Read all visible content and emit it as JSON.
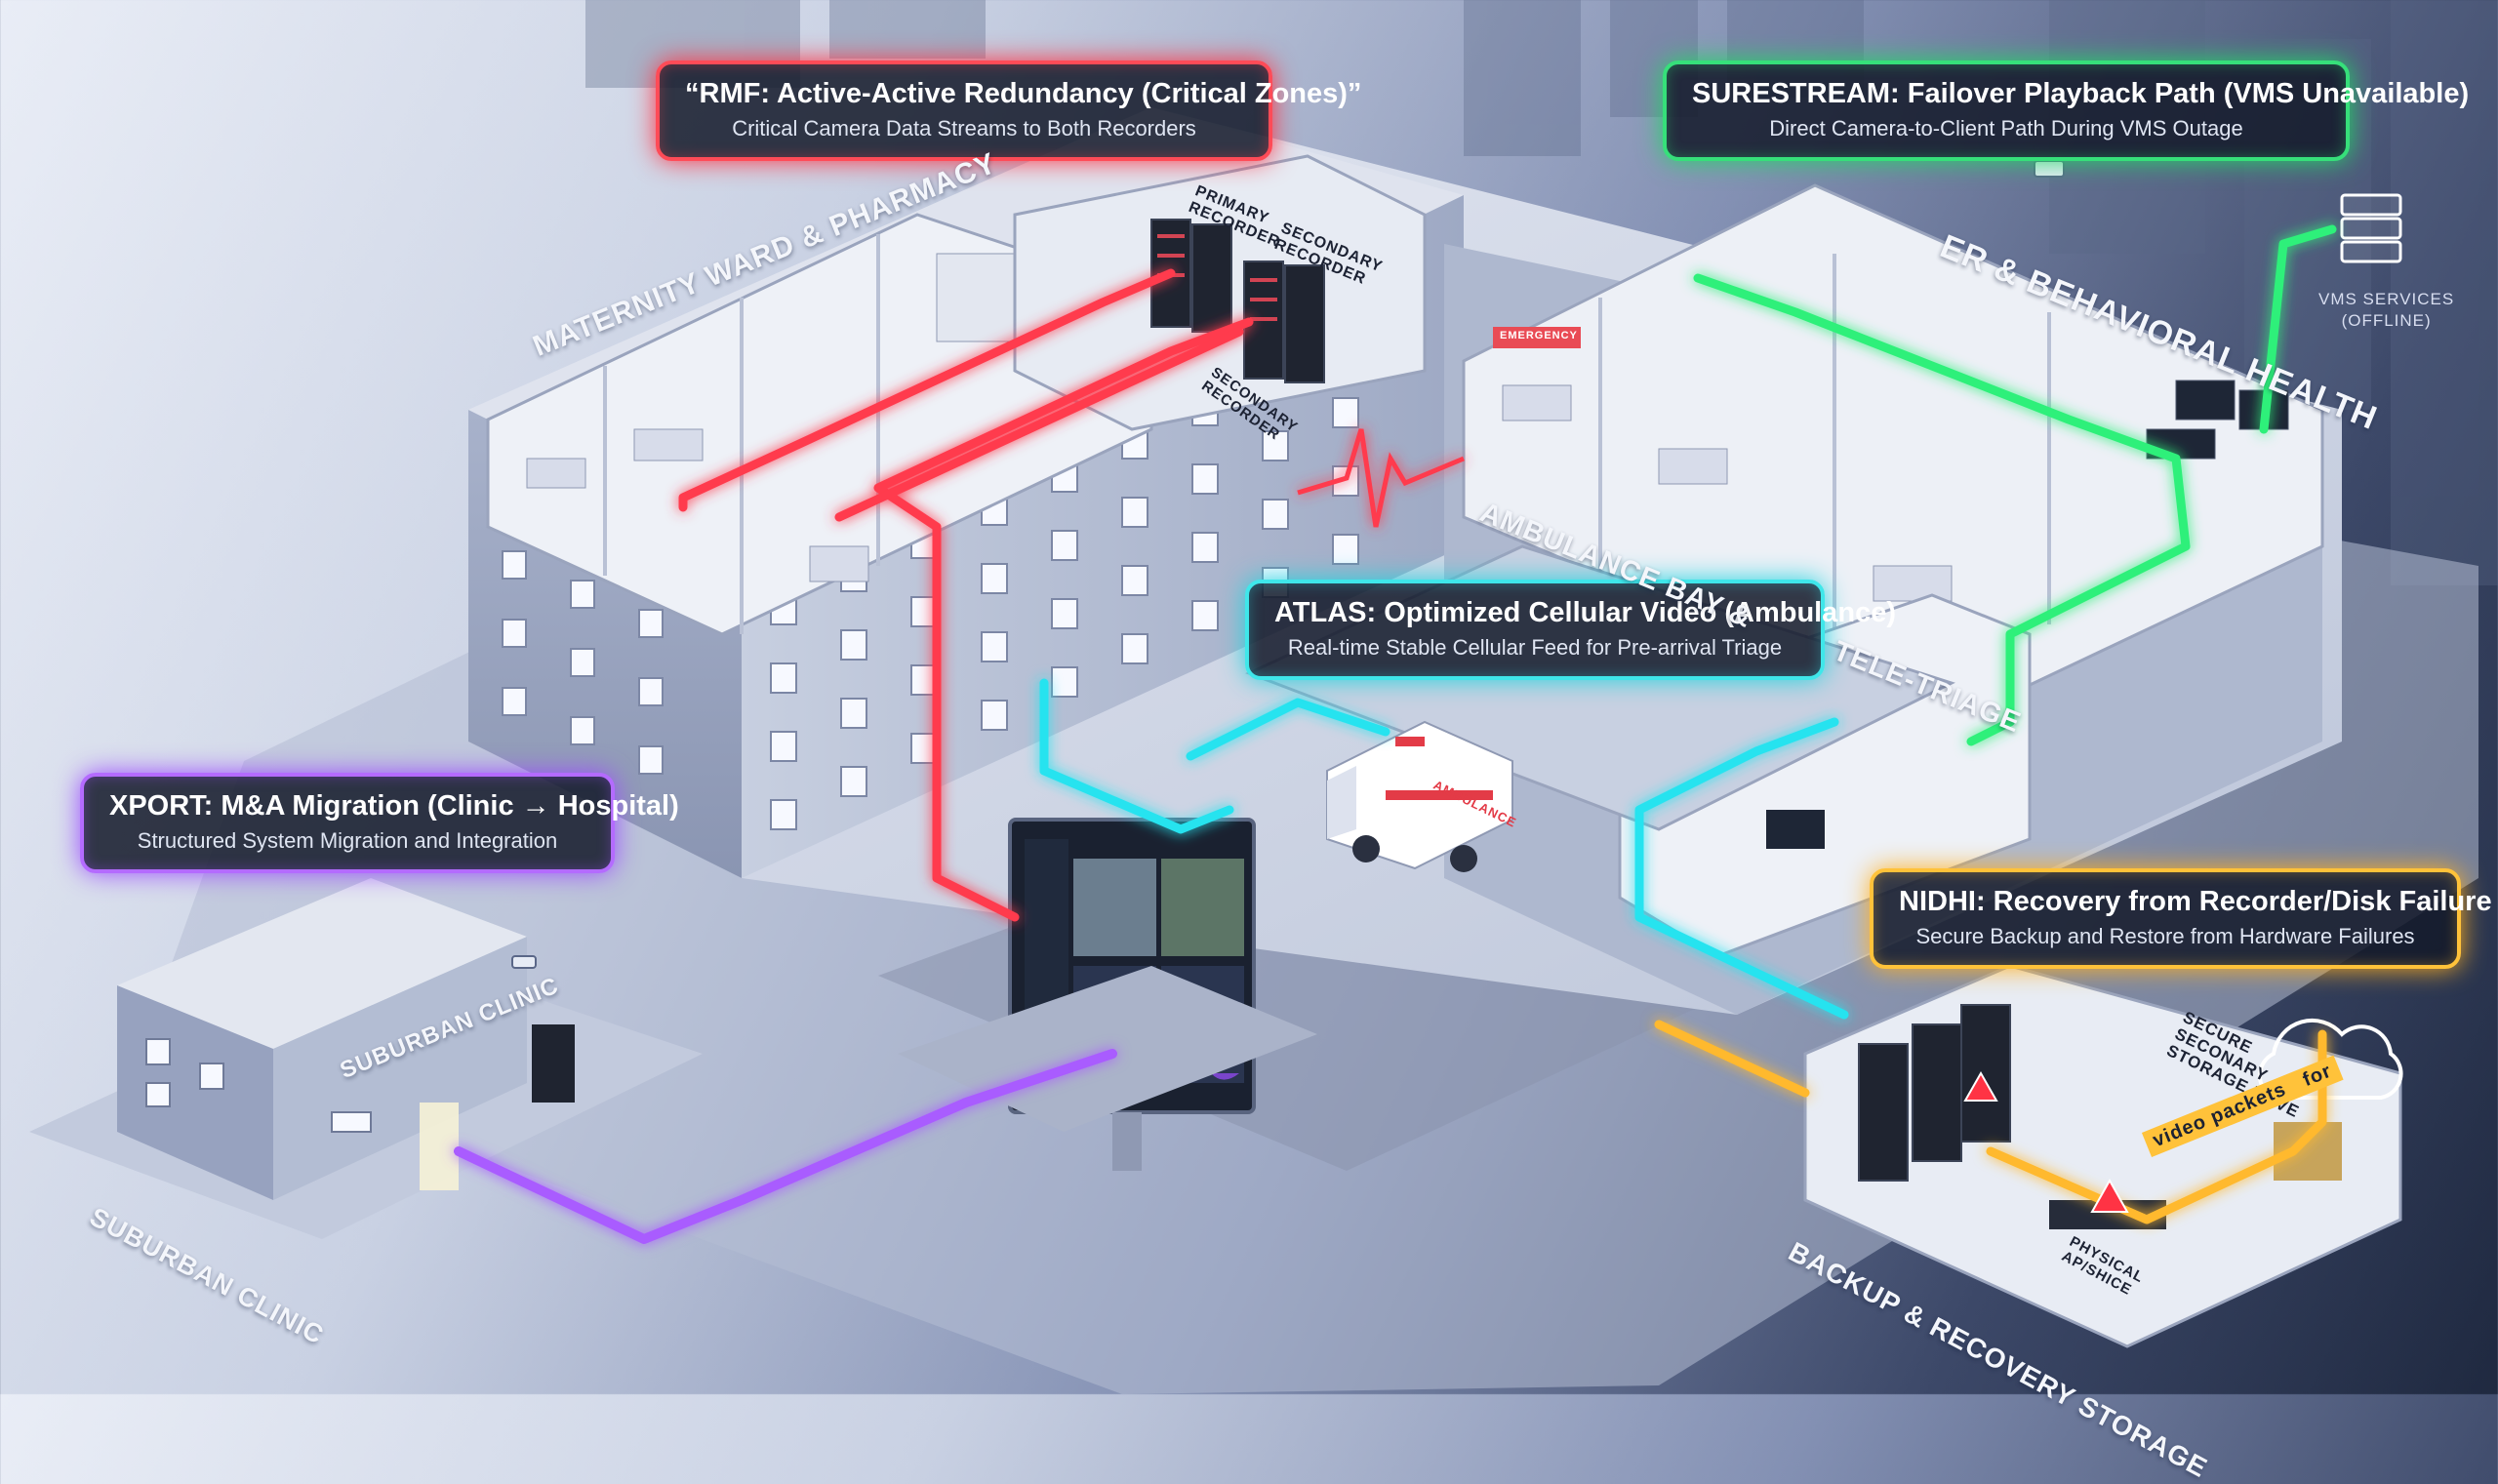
{
  "callouts": {
    "rmf": {
      "title": "“RMF: Active-Active Redundancy (Critical Zones)”",
      "subtitle": "Critical Camera Data Streams to Both Recorders",
      "color": "#ff4b57"
    },
    "surestream": {
      "title": "SURESTREAM: Failover Playback Path (VMS Unavailable)",
      "subtitle": "Direct Camera-to-Client Path During VMS Outage",
      "color": "#36e07a"
    },
    "atlas": {
      "title": "ATLAS: Optimized Cellular Video (Ambulance)",
      "subtitle": "Real-time Stable Cellular Feed for Pre-arrival Triage",
      "color": "#3fe7ea"
    },
    "xport": {
      "title": "XPORT: M&A Migration (Clinic → Hospital)",
      "subtitle": "Structured System Migration and Integration",
      "color": "#b46bff"
    },
    "nidhi": {
      "title": "NIDHI: Recovery from Recorder/Disk Failure",
      "subtitle": "Secure Backup and Restore from Hardware Failures",
      "color": "#ffc23a"
    }
  },
  "zones": {
    "maternity": "MATERNITY WARD & PHARMACY",
    "er": "ER & BEHAVIORAL HEALTH",
    "ambulance_bay": "AMBULANCE BAY &",
    "tele_triage": "TELE-TRIAGE",
    "clinic_sign": "SUBURBAN CLINIC",
    "clinic_ground": "SUBURBAN CLINIC",
    "backup": "BACKUP & RECOVERY STORAGE"
  },
  "labels": {
    "primary_recorder": [
      "PRIMARY",
      "RECORDER"
    ],
    "secondary_recorder": [
      "SECONDARY",
      "RECORDER"
    ],
    "secondary_recorder_floor": [
      "SECONDARY",
      "RECORDER"
    ],
    "vms_services": [
      "VMS SERVICES",
      "(OFFLINE)"
    ],
    "secure_storage": [
      "SECURE",
      "SECONARY",
      "STORAGE NOVE"
    ],
    "video_packets": "video packets",
    "video_packets_for": "for",
    "physical_air_gap": [
      "PHYSICAL",
      "AP/SHICE"
    ],
    "emergency_sign": "EMERGENCY",
    "ambulance_text": "AMBULANCE"
  }
}
